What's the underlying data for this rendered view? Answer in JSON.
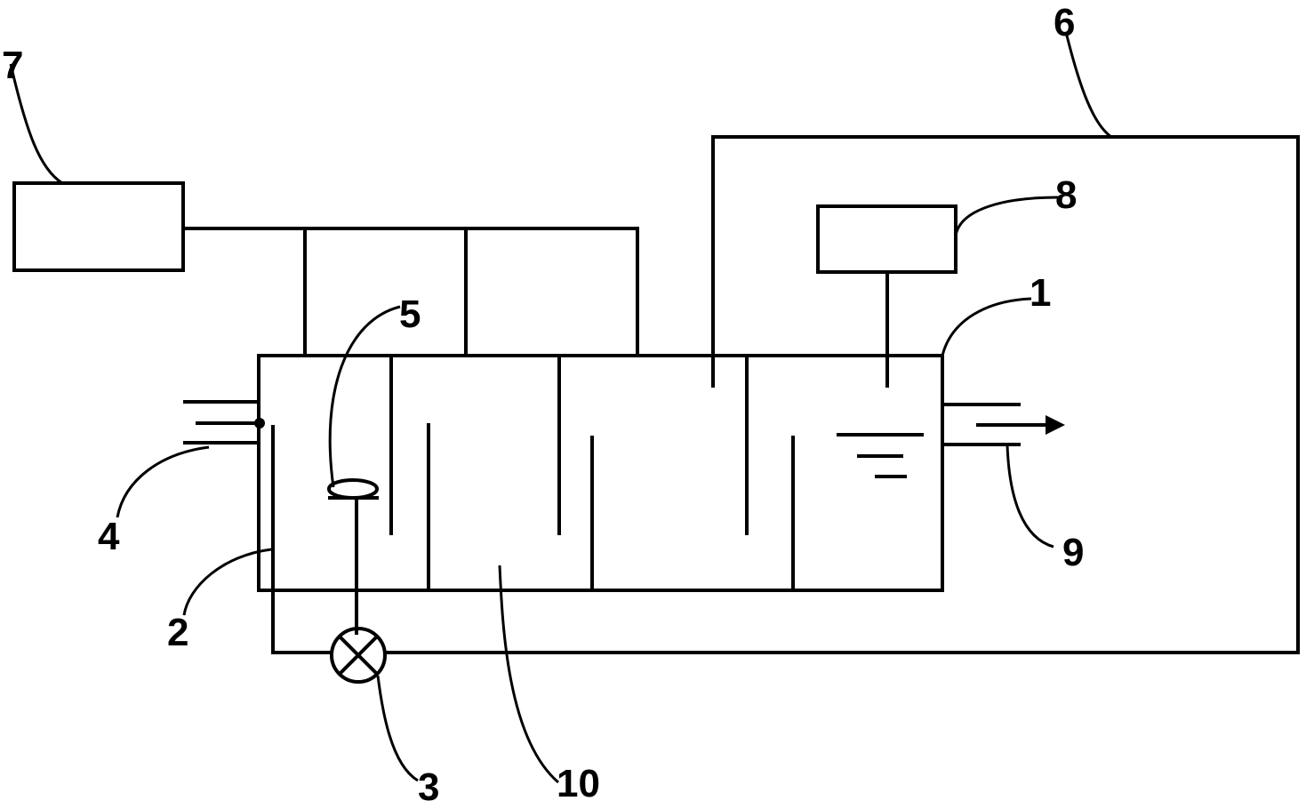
{
  "diagram": {
    "labels": {
      "tank": "1",
      "tube": "2",
      "pump": "3",
      "inlet": "4",
      "float": "5",
      "return_pipe": "6",
      "aeration_unit": "7",
      "controller": "8",
      "outlet": "9",
      "aerator": "10"
    }
  }
}
